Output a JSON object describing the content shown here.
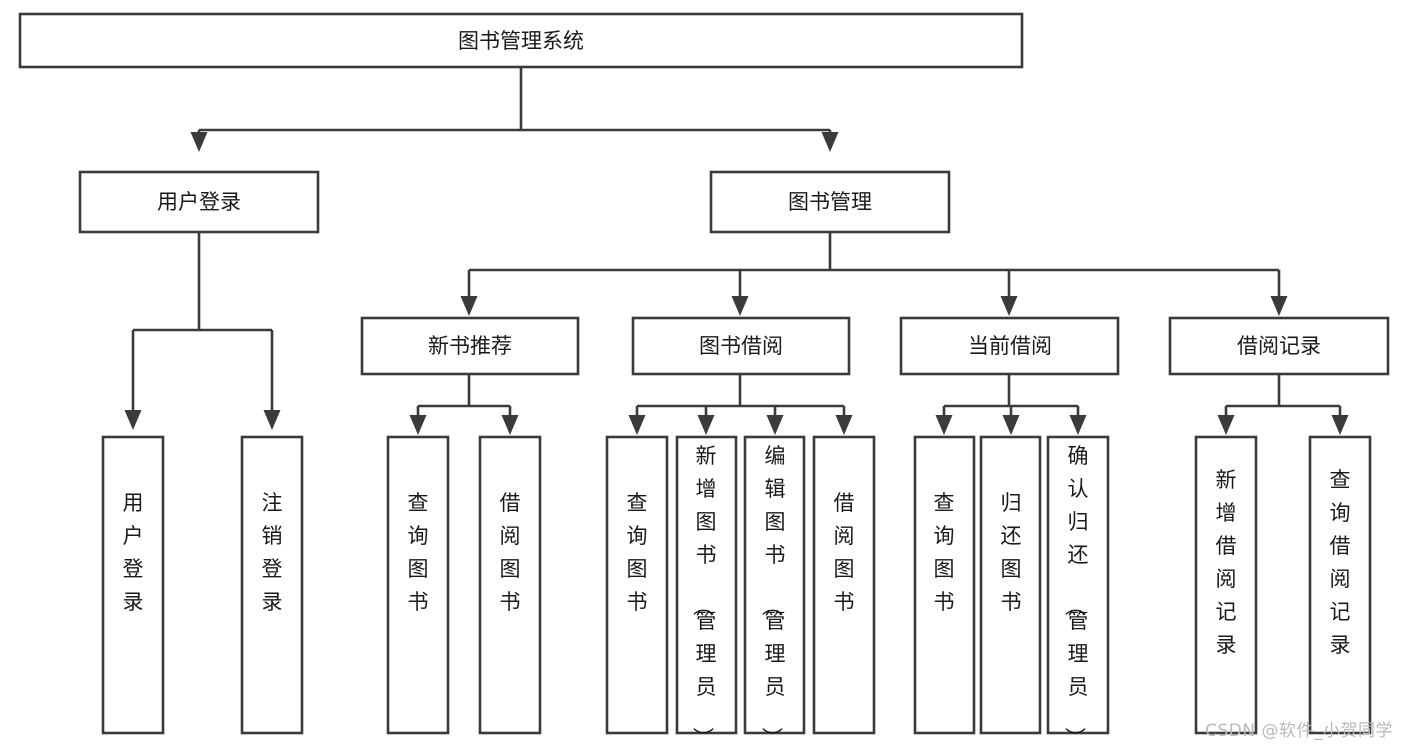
{
  "diagram": {
    "type": "tree",
    "title": "图书管理系统",
    "orientation": "top-down",
    "colors": {
      "box_stroke": "#3b3b3b",
      "box_fill": "#ffffff",
      "connector": "#3b3b3b",
      "text": "#1a1a1a",
      "background": "#ffffff",
      "watermark": "#b9b9b9"
    },
    "root": {
      "label": "图书管理系统"
    },
    "level1": [
      {
        "label": "用户登录"
      },
      {
        "label": "图书管理"
      }
    ],
    "level2": [
      {
        "label": "新书推荐"
      },
      {
        "label": "图书借阅"
      },
      {
        "label": "当前借阅"
      },
      {
        "label": "借阅记录"
      }
    ],
    "leaves": {
      "user_login": [
        {
          "label": "用户登录"
        },
        {
          "label": "注销登录"
        }
      ],
      "new_book_recommend": [
        {
          "label": "查询图书"
        },
        {
          "label": "借阅图书"
        }
      ],
      "book_borrow": [
        {
          "label": "查询图书"
        },
        {
          "label": "新增图书（管理员）"
        },
        {
          "label": "编辑图书（管理员）"
        },
        {
          "label": "借阅图书"
        }
      ],
      "current_borrow": [
        {
          "label": "查询图书"
        },
        {
          "label": "归还图书"
        },
        {
          "label": "确认归还（管理员）"
        }
      ],
      "borrow_record": [
        {
          "label": "新增借阅记录"
        },
        {
          "label": "查询借阅记录"
        }
      ]
    }
  },
  "watermark": {
    "text": "CSDN @软件_小贺同学"
  }
}
